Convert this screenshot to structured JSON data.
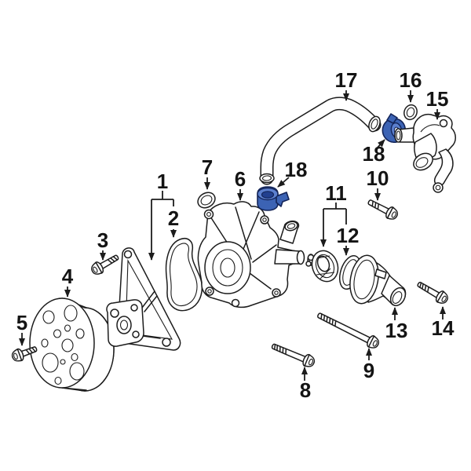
{
  "diagram": {
    "background_color": "#ffffff",
    "line_color": "#1c1c1c",
    "highlight_fill": "#3c63b4",
    "highlight_stroke": "#132458",
    "callouts": [
      {
        "label": "1"
      },
      {
        "label": "2"
      },
      {
        "label": "3"
      },
      {
        "label": "4"
      },
      {
        "label": "5"
      },
      {
        "label": "6"
      },
      {
        "label": "7"
      },
      {
        "label": "8"
      },
      {
        "label": "9"
      },
      {
        "label": "10"
      },
      {
        "label": "11"
      },
      {
        "label": "12"
      },
      {
        "label": "13"
      },
      {
        "label": "14"
      },
      {
        "label": "15"
      },
      {
        "label": "16"
      },
      {
        "label": "17"
      },
      {
        "label": "18"
      },
      {
        "label": "18"
      }
    ]
  }
}
